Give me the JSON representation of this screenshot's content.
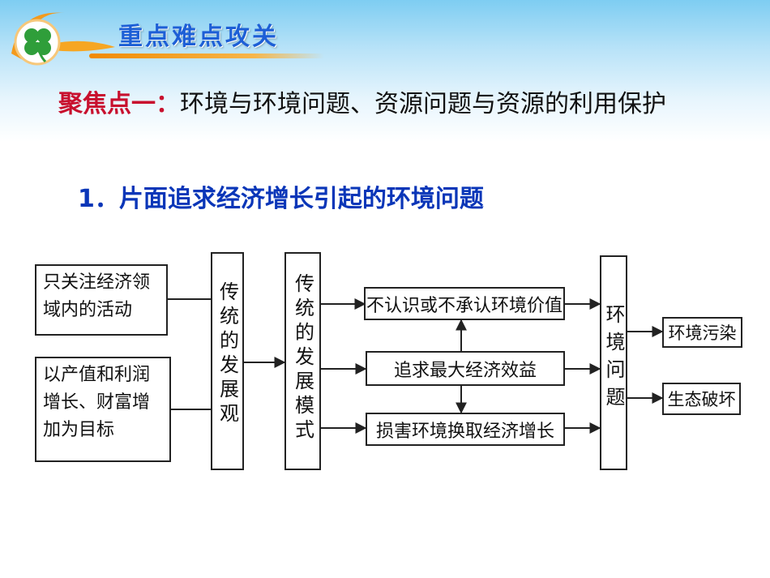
{
  "header": {
    "banner_title": "重点难点攻关",
    "logo_icon": "clover-icon",
    "accent_color": "#f08a00",
    "title_color": "#1d5fd6"
  },
  "focus": {
    "label": "聚焦点一：",
    "text": "环境与环境问题、资源问题与资源的利用保护"
  },
  "subtitle": "1．片面追求经济增长引起的环境问题",
  "diagram": {
    "left_boxes": [
      "只关注经济领域内的活动",
      "以产值和利润增长、财富增加为目标"
    ],
    "concept_box": "传统的发展观",
    "mode_box": "传统的发展模式",
    "middle_boxes": [
      "不认识或不承认环境价值",
      "追求最大经济效益",
      "损害环境换取经济增长"
    ],
    "problem_box": "环境问题",
    "outcomes": [
      "环境污染",
      "生态破坏"
    ]
  }
}
